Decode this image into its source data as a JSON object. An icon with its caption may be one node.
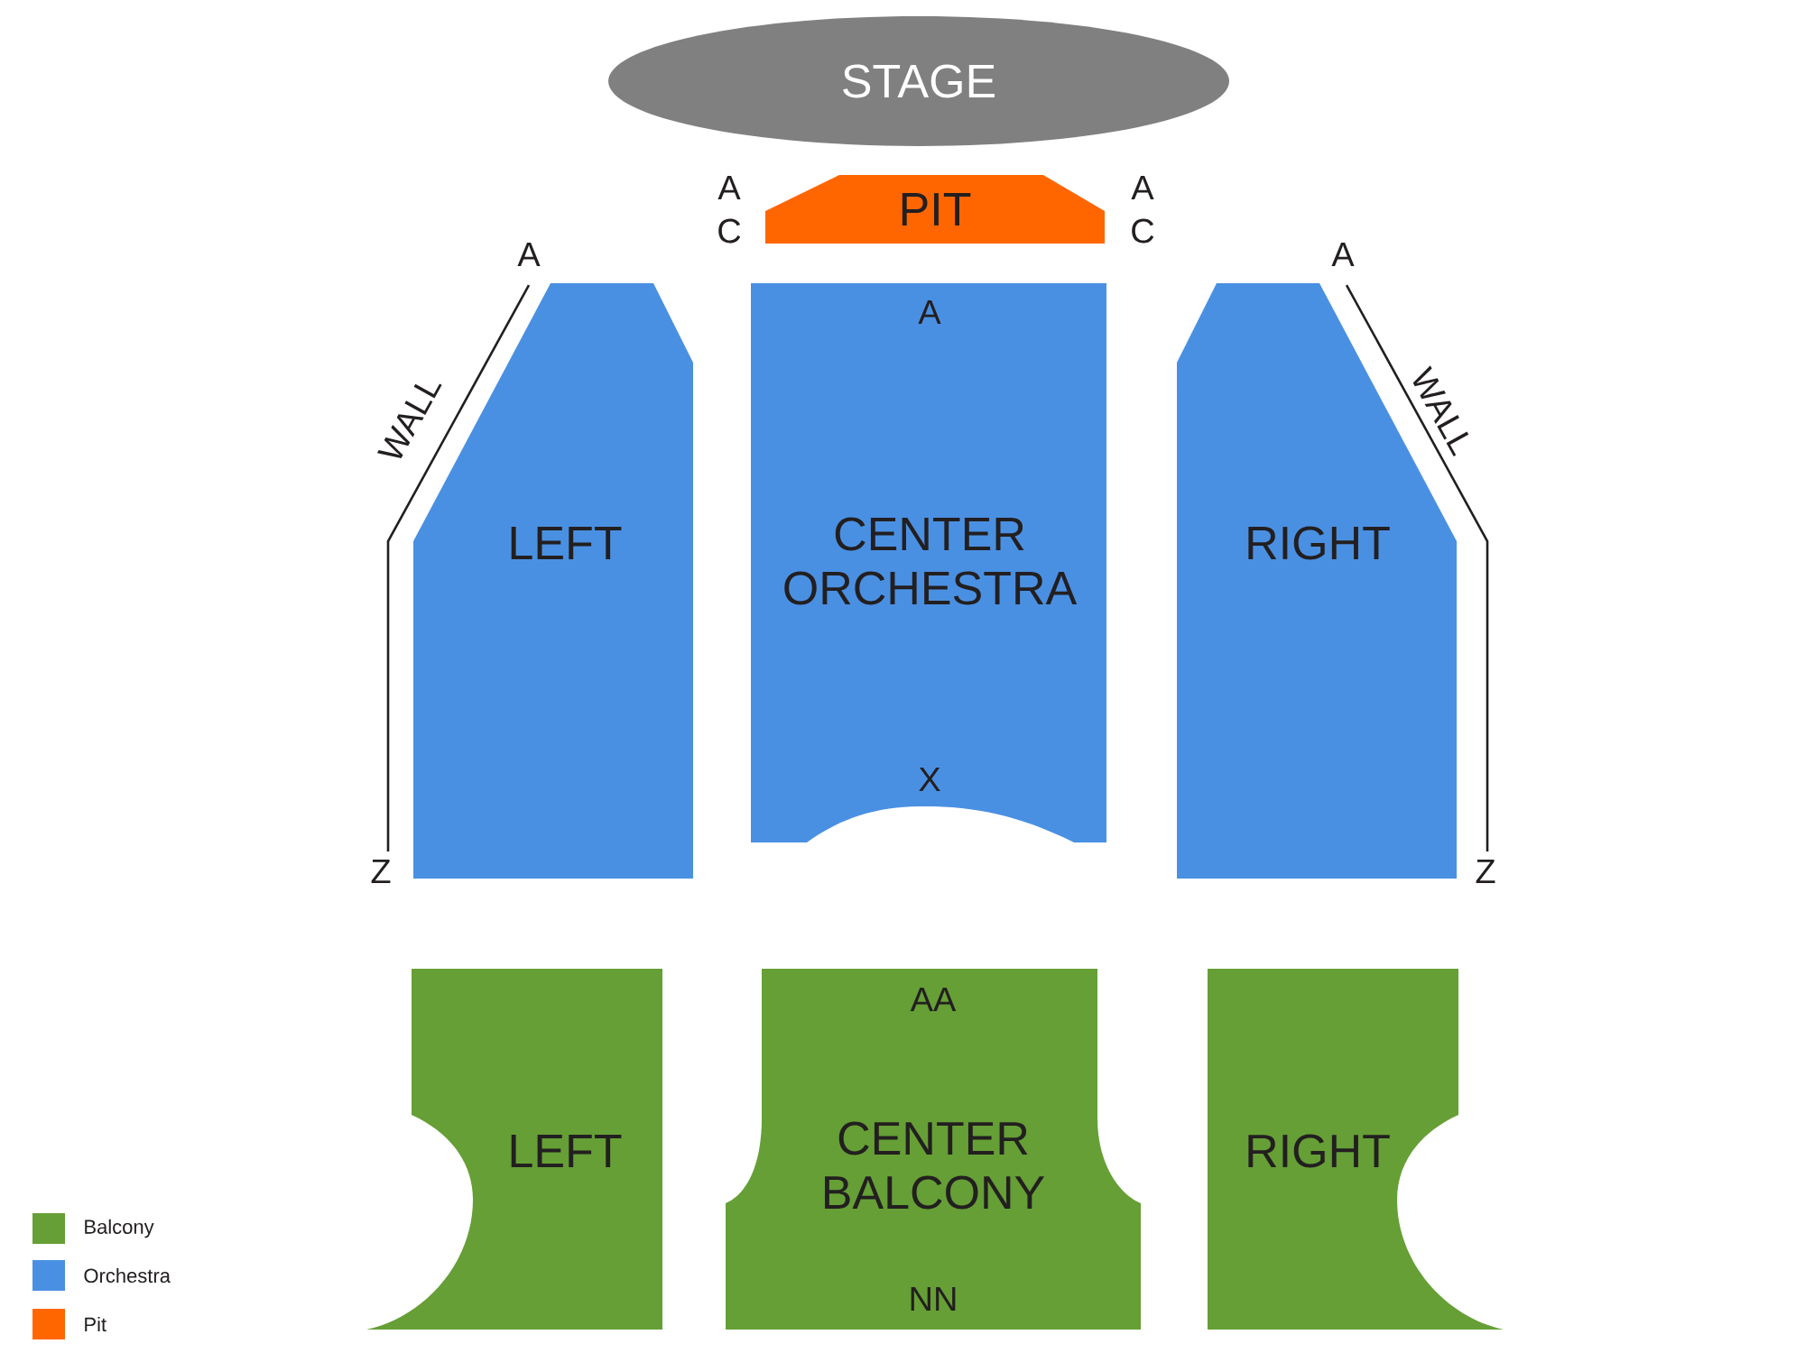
{
  "diagram": {
    "nodes": [
      {
        "text": [
          "STAGE"
        ]
      },
      {
        "text": [
          "PIT"
        ],
        "beside": [
          "A",
          "C",
          "A",
          "C"
        ]
      },
      {
        "text": [
          "LEFT"
        ],
        "beside": [
          "A",
          "Z"
        ]
      },
      {
        "text": [
          "A",
          "CENTER ORCHESTRA",
          "X"
        ]
      },
      {
        "text": [
          "RIGHT"
        ],
        "beside": [
          "A",
          "Z"
        ]
      },
      {
        "text": [
          "LEFT"
        ]
      },
      {
        "text": [
          "AA",
          "CENTER BALCONY",
          "NN"
        ]
      },
      {
        "text": [
          "RIGHT"
        ]
      }
    ],
    "labels": [
      "WALL",
      "WALL"
    ],
    "legend": [
      {
        "text": "Balcony",
        "color": "#659f35"
      },
      {
        "text": "Orchestra",
        "color": "#4a90e2"
      },
      {
        "text": "Pit",
        "color": "#ff6600"
      }
    ]
  }
}
